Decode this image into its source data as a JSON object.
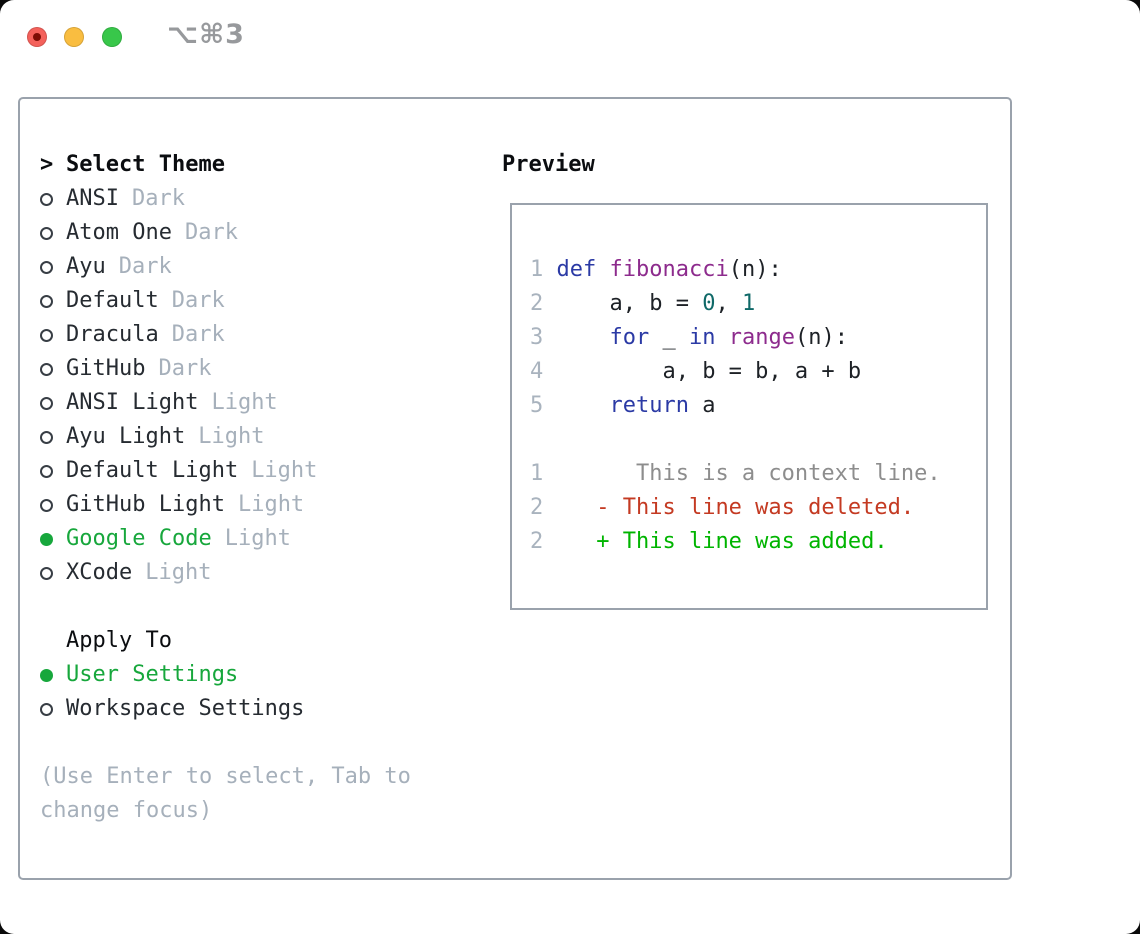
{
  "window": {
    "title": "⌥⌘3"
  },
  "theme_panel": {
    "header_prefix": ">",
    "header": "Select Theme",
    "themes": [
      {
        "name": "ANSI",
        "variant": "Dark",
        "selected": false
      },
      {
        "name": "Atom One",
        "variant": "Dark",
        "selected": false
      },
      {
        "name": "Ayu",
        "variant": "Dark",
        "selected": false
      },
      {
        "name": "Default",
        "variant": "Dark",
        "selected": false
      },
      {
        "name": "Dracula",
        "variant": "Dark",
        "selected": false
      },
      {
        "name": "GitHub",
        "variant": "Dark",
        "selected": false
      },
      {
        "name": "ANSI Light",
        "variant": "Light",
        "selected": false
      },
      {
        "name": "Ayu Light",
        "variant": "Light",
        "selected": false
      },
      {
        "name": "Default Light",
        "variant": "Light",
        "selected": false
      },
      {
        "name": "GitHub Light",
        "variant": "Light",
        "selected": false
      },
      {
        "name": "Google Code",
        "variant": "Light",
        "selected": true
      },
      {
        "name": "XCode",
        "variant": "Light",
        "selected": false
      }
    ]
  },
  "apply_to": {
    "header": "Apply To",
    "options": [
      {
        "label": "User Settings",
        "selected": true
      },
      {
        "label": "Workspace Settings",
        "selected": false
      }
    ]
  },
  "help_text": "(Use Enter to select, Tab to change focus)",
  "preview": {
    "header": "Preview",
    "code_lines": [
      {
        "num": "1",
        "tokens": [
          {
            "t": "kw",
            "s": "def"
          },
          {
            "t": "pl",
            "s": " "
          },
          {
            "t": "fn",
            "s": "fibonacci"
          },
          {
            "t": "pl",
            "s": "(n):"
          }
        ]
      },
      {
        "num": "2",
        "tokens": [
          {
            "t": "pl",
            "s": "    a, b = "
          },
          {
            "t": "lit",
            "s": "0"
          },
          {
            "t": "pl",
            "s": ", "
          },
          {
            "t": "lit",
            "s": "1"
          }
        ]
      },
      {
        "num": "3",
        "tokens": [
          {
            "t": "pl",
            "s": "    "
          },
          {
            "t": "kw",
            "s": "for"
          },
          {
            "t": "pl",
            "s": " _ "
          },
          {
            "t": "kw",
            "s": "in"
          },
          {
            "t": "pl",
            "s": " "
          },
          {
            "t": "fn",
            "s": "range"
          },
          {
            "t": "pl",
            "s": "(n):"
          }
        ]
      },
      {
        "num": "4",
        "tokens": [
          {
            "t": "pl",
            "s": "        a, b = b, a + b"
          }
        ]
      },
      {
        "num": "5",
        "tokens": [
          {
            "t": "pl",
            "s": "    "
          },
          {
            "t": "kw",
            "s": "return"
          },
          {
            "t": "pl",
            "s": " a"
          }
        ]
      }
    ],
    "diff_lines": [
      {
        "num": "1",
        "kind": "context",
        "tokens": [
          {
            "t": "ctx",
            "s": "      This is a context line."
          }
        ]
      },
      {
        "num": "2",
        "kind": "deleted",
        "tokens": [
          {
            "t": "del",
            "s": "   - This line was deleted."
          }
        ]
      },
      {
        "num": "2",
        "kind": "added",
        "tokens": [
          {
            "t": "add",
            "s": "   + This line was added."
          }
        ]
      }
    ]
  },
  "colors": {
    "selection_green": "#17a73c",
    "keyword_blue": "#2b3aa5",
    "function_purple": "#8d2b8d",
    "literal_teal": "#0f6968",
    "diff_deleted_red": "#c43a22",
    "diff_added_green": "#00b400",
    "secondary_gray": "#a6b0bb",
    "border_gray": "#9aa2ac",
    "traffic_red": "#f4615b",
    "traffic_yellow": "#f9bd40",
    "traffic_green": "#38c74a"
  }
}
